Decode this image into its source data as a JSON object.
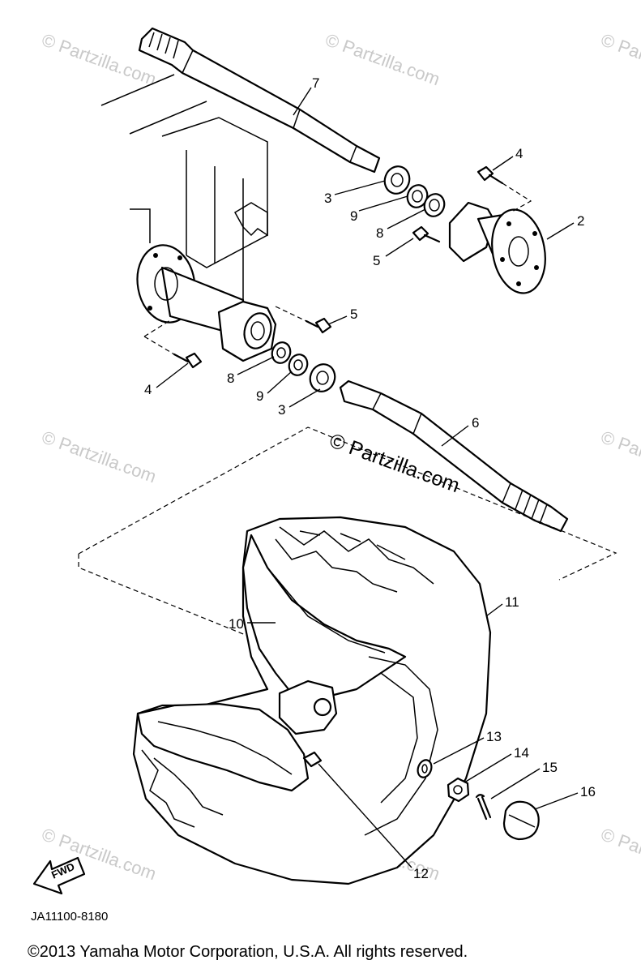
{
  "watermark": "© Partzilla.com",
  "callouts": {
    "c1": "7",
    "c2": "4",
    "c3": "3",
    "c4": "9",
    "c5": "8",
    "c6": "2",
    "c7": "5",
    "c8": "5",
    "c9": "4",
    "c10": "8",
    "c11": "9",
    "c12": "3",
    "c13": "6",
    "c14": "10",
    "c15": "11",
    "c16": "13",
    "c17": "14",
    "c18": "15",
    "c19": "16",
    "c20": "12"
  },
  "fwd_label": "FWD",
  "diagram_code": "JA11100-8180",
  "copyright": "©2013  Yamaha Motor Corporation, U.S.A. All rights reserved.",
  "colors": {
    "ink": "#000000",
    "watermark": "#c9c9c9",
    "background": "#ffffff"
  }
}
